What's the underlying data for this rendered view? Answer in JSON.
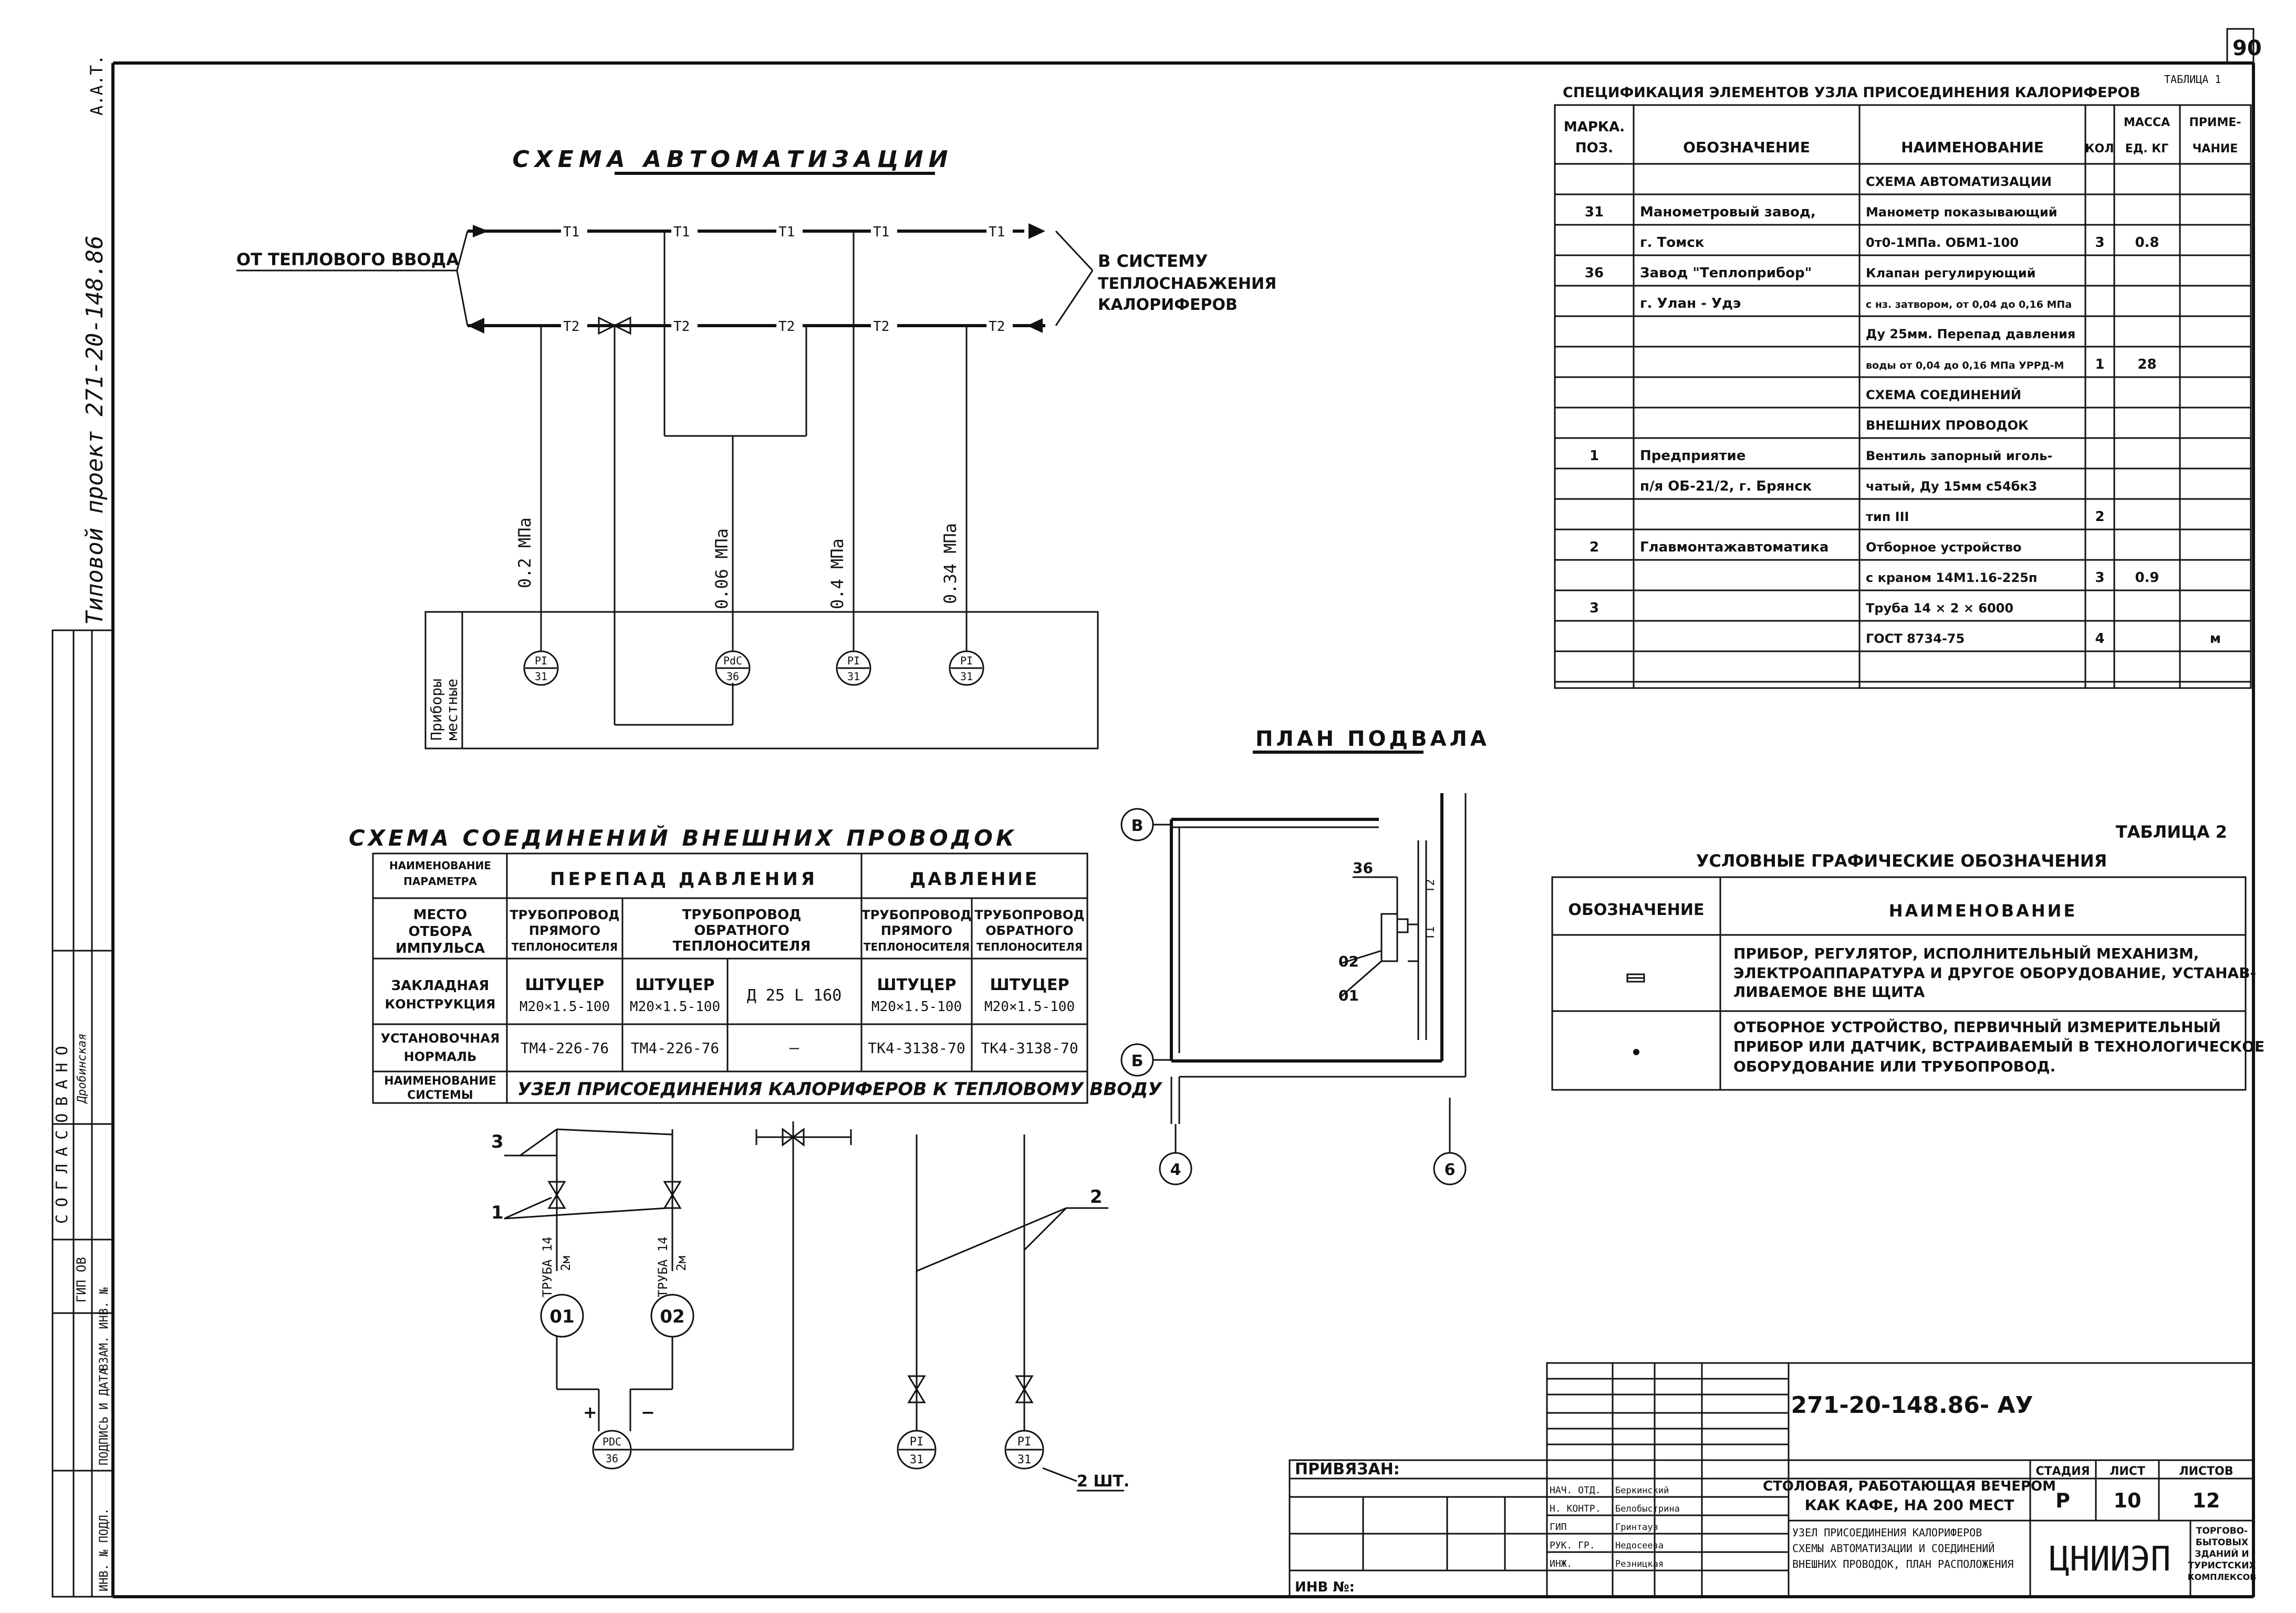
{
  "sheet_number": "90",
  "stamp_left": "А.А.Т.",
  "project_handwritten": "Типовой проект 271-20-148.86",
  "automation": {
    "title": "СХЕМА АВТОМАТИЗАЦИИ",
    "from_label": "ОТ ТЕПЛОВОГО ВВОДА",
    "to_label": [
      "В СИСТЕМУ",
      "ТЕПЛОСНАБЖЕНИЯ",
      "КАЛОРИФЕРОВ"
    ],
    "pipe_supply": "Т1",
    "pipe_return": "Т2",
    "pressures": [
      "0.2 МПа",
      "0.06 МПа",
      "0.4 МПа",
      "0.34 МПа"
    ],
    "local_devices_label": [
      "Приборы",
      "местные"
    ],
    "instruments": [
      {
        "top": "PI",
        "bottom": "31"
      },
      {
        "top": "PdC",
        "bottom": "36"
      },
      {
        "top": "PI",
        "bottom": "31"
      },
      {
        "top": "PI",
        "bottom": "31"
      }
    ]
  },
  "spec": {
    "title": "СПЕЦИФИКАЦИЯ ЭЛЕМЕНТОВ УЗЛА ПРИСОЕДИНЕНИЯ КАЛОРИФЕРОВ",
    "table_label": "ТАБЛИЦА 1",
    "headers": [
      "МАРКА. ПОЗ.",
      "ОБОЗНАЧЕНИЕ",
      "НАИМЕНОВАНИЕ",
      "КОЛ",
      "МАССА ЕД. КГ",
      "ПРИМЕ- ЧАНИЕ"
    ],
    "rows": [
      [
        "",
        "",
        "СХЕМА АВТОМАТИЗАЦИИ",
        "",
        "",
        ""
      ],
      [
        "31",
        "Манометровый завод,",
        "Манометр показывающий",
        "",
        "",
        ""
      ],
      [
        "",
        "г. Томск",
        "0т0-1МПа.     ОБМ1-100",
        "3",
        "0.8",
        ""
      ],
      [
        "36",
        "Завод \"Теплоприбор\"",
        "Клапан регулирующий",
        "",
        "",
        ""
      ],
      [
        "",
        "г. Улан - Удэ",
        "с нз. затвором, от 0,04 до 0,16 МПа",
        "",
        "",
        ""
      ],
      [
        "",
        "",
        "Ду 25мм. Перепад давления",
        "",
        "",
        ""
      ],
      [
        "",
        "",
        "воды от 0,04 до 0,16 МПа УРРД-М",
        "1",
        "28",
        ""
      ],
      [
        "",
        "",
        "СХЕМА СОЕДИНЕНИЙ",
        "",
        "",
        ""
      ],
      [
        "",
        "",
        "ВНЕШНИХ ПРОВОДОК",
        "",
        "",
        ""
      ],
      [
        "1",
        "Предприятие",
        "Вентиль запорный иголь-",
        "",
        "",
        ""
      ],
      [
        "",
        "п/я ОБ-21/2, г. Брянск",
        "чатый, Ду 15мм с54бк3",
        "",
        "",
        ""
      ],
      [
        "",
        "",
        "тип III",
        "2",
        "",
        ""
      ],
      [
        "2",
        "Главмонтажавтоматика",
        "Отборное устройство",
        "",
        "",
        ""
      ],
      [
        "",
        "",
        "с краном 14М1.16-225п",
        "3",
        "0.9",
        ""
      ],
      [
        "3",
        "",
        "Труба 14 × 2 × 6000",
        "",
        "",
        ""
      ],
      [
        "",
        "",
        "ГОСТ 8734-75",
        "4",
        "",
        "м"
      ],
      [
        "",
        "",
        "",
        "",
        "",
        ""
      ]
    ]
  },
  "basement": {
    "title": "ПЛАН ПОДВАЛА",
    "axes": [
      "В",
      "Б",
      "4",
      "6"
    ],
    "items": [
      "36",
      "02",
      "01"
    ],
    "dims": [
      "Т2",
      "Т1"
    ]
  },
  "legend": {
    "table_label": "ТАБЛИЦА 2",
    "title": "УСЛОВНЫЕ ГРАФИЧЕСКИЕ ОБОЗНАЧЕНИЯ",
    "col1": "ОБОЗНАЧЕНИЕ",
    "col2": "НАИМЕНОВАНИЕ",
    "row1": [
      "ПРИБОР, РЕГУЛЯТОР, ИСПОЛНИТЕЛЬНЫЙ МЕХАНИЗМ,",
      "ЭЛЕКТРОАППАРАТУРА И ДРУГОЕ ОБОРУДОВАНИЕ, УСТАНАВ-",
      "ЛИВАЕМОЕ ВНЕ ЩИТА"
    ],
    "row2": [
      "ОТБОРНОЕ УСТРОЙСТВО, ПЕРВИЧНЫЙ ИЗМЕРИТЕЛЬНЫЙ",
      "ПРИБОР ИЛИ ДАТЧИК, ВСТРАИВАЕМЫЙ В ТЕХНОЛОГИЧЕСКОЕ",
      "ОБОРУДОВАНИЕ ИЛИ ТРУБОПРОВОД."
    ]
  },
  "wiring": {
    "title": "СХЕМА СОЕДИНЕНИЙ ВНЕШНИХ ПРОВОДОК",
    "param_label": "НАИМЕНОВАНИЕ ПАРАМЕТРА",
    "diff_pressure": "ПЕРЕПАД ДАВЛЕНИЯ",
    "pressure": "ДАВЛЕНИЕ",
    "place_label": "МЕСТО ОТБОРА ИМПУЛЬСА",
    "supply_pipe": "ТРУБОПРОВОД ПРЯМОГО ТЕПЛОНОСИТЕЛЯ",
    "return_pipe": "ТРУБОПРОВОД ОБРАТНОГО ТЕПЛОНОСИТЕЛЯ",
    "embedded_label": "ЗАКЛАДНАЯ КОНСТРУКЦИЯ",
    "fitting": "ШТУЦЕР",
    "fitting_size": "М20×1.5-100",
    "dn_label": "Д 25 L 160",
    "install_label": "УСТАНОВОЧНАЯ НОРМАЛЬ",
    "norm1": "ТМ4-226-76",
    "norm2": "ТМ4-226-76",
    "dash": "—",
    "norm3": "ТК4-3138-70",
    "norm4": "ТК4-3138-70",
    "system_label": "НАИМЕНОВАНИЕ СИСТЕМЫ",
    "system_name": "УЗЕЛ ПРИСОЕДИНЕНИЯ КАЛОРИФЕРОВ К ТЕПЛОВОМУ ВВОДУ",
    "callouts": [
      "3",
      "1",
      "2"
    ],
    "tube_label": "ТРУБА 14",
    "tube_len": "2м",
    "devices": [
      "01",
      "02"
    ],
    "pdc": {
      "top": "PDC",
      "bottom": "36"
    },
    "pi": {
      "top": "PI",
      "bottom": "31"
    },
    "plus": "+",
    "minus": "−",
    "count": "2 ШТ."
  },
  "title_block": {
    "code": "271-20-148.86- АУ",
    "attached": "ПРИВЯЗАН:",
    "inv": "ИНВ №:",
    "roles": [
      "НАЧ. ОТД.",
      "Н. КОНТР.",
      "ГИП",
      "РУК. ГР.",
      "ИНЖ."
    ],
    "names": [
      "Беркинский",
      "Белобыстрина",
      "Гринтауз",
      "Недосеева",
      "Резницкая"
    ],
    "object": [
      "СТОЛОВАЯ, РАБОТАЮЩАЯ ВЕЧЕРОМ",
      "КАК КАФЕ, НА 200 МЕСТ"
    ],
    "sheet_desc": [
      "УЗЕЛ ПРИСОЕДИНЕНИЯ КАЛОРИФЕРОВ",
      "СХЕМЫ АВТОМАТИЗАЦИИ И СОЕДИНЕНИЙ",
      "ВНЕШНИХ ПРОВОДОК, ПЛАН РАСПОЛОЖЕНИЯ"
    ],
    "stage_label": "СТАДИЯ",
    "sheet_label": "ЛИСТ",
    "sheets_label": "ЛИСТОВ",
    "stage": "Р",
    "sheet": "10",
    "sheets": "12",
    "org": "ЦНИИЭП",
    "org_sub": [
      "ТОРГОВО-",
      "БЫТОВЫХ",
      "ЗДАНИЙ И",
      "ТУРИСТСКИХ",
      "КОМПЛЕКСОВ"
    ]
  },
  "side_stamp": {
    "agreed": "СОГЛАСОВАНО",
    "rows": [
      "ГИП ОВ",
      "ВЗАМ. ИНВ. №",
      "ПОДПИСЬ И ДАТА",
      "ИНВ. № ПОДЛ."
    ],
    "agreed_name": "Дробинская"
  }
}
